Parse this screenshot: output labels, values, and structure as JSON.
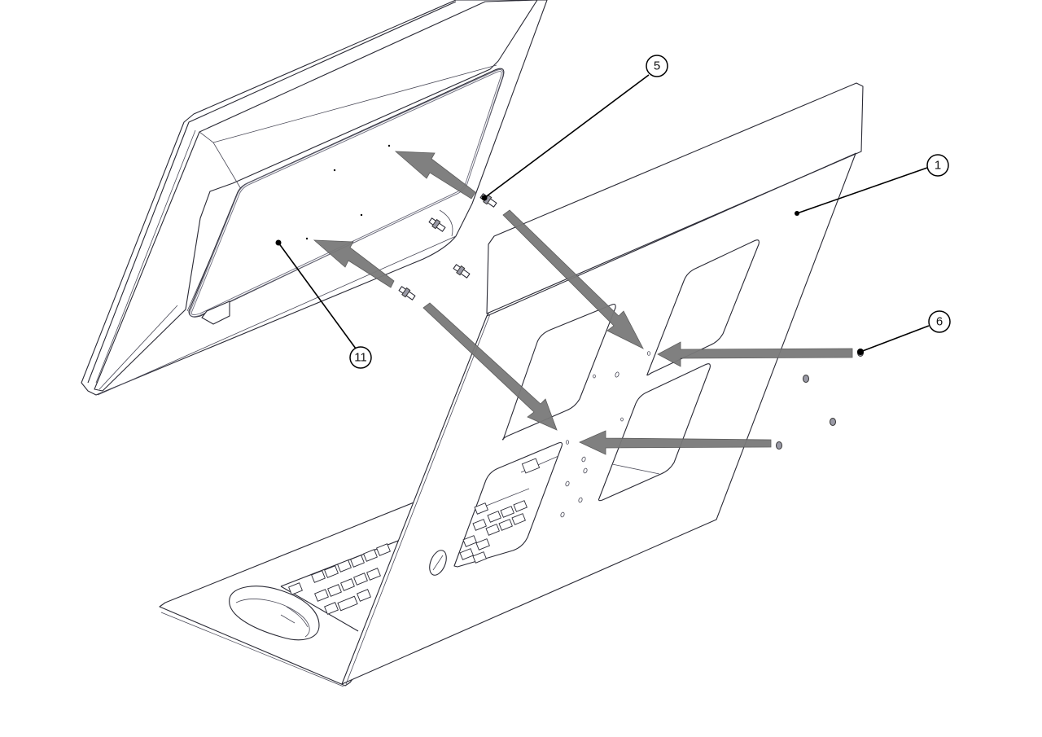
{
  "diagram": {
    "type": "exploded-assembly-view",
    "subject": "Monitor mounted to sloped desk stand with keyboard and mouse",
    "colors": {
      "background": "#ffffff",
      "line": "#2a2a35",
      "arrow": "#7a7a7a",
      "callout": "#000000"
    },
    "callouts": [
      {
        "id": "callout-5",
        "label": "5",
        "part": "standoff-screw"
      },
      {
        "id": "callout-1",
        "label": "1",
        "part": "stand-panel"
      },
      {
        "id": "callout-6",
        "label": "6",
        "part": "nut"
      },
      {
        "id": "callout-11",
        "label": "11",
        "part": "monitor"
      }
    ],
    "arrows": [
      {
        "from": "standoff-upper",
        "to": "monitor-hole-upper",
        "direction": "up-left"
      },
      {
        "from": "standoff-lower",
        "to": "monitor-hole-lower",
        "direction": "up-left"
      },
      {
        "from": "standoff-upper",
        "to": "stand-hole-upper",
        "direction": "down-right"
      },
      {
        "from": "standoff-lower",
        "to": "stand-hole-lower",
        "direction": "down-right"
      },
      {
        "from": "nut-upper",
        "to": "stand-hole-upper",
        "direction": "left"
      },
      {
        "from": "nut-lower",
        "to": "stand-hole-lower",
        "direction": "left"
      }
    ]
  }
}
